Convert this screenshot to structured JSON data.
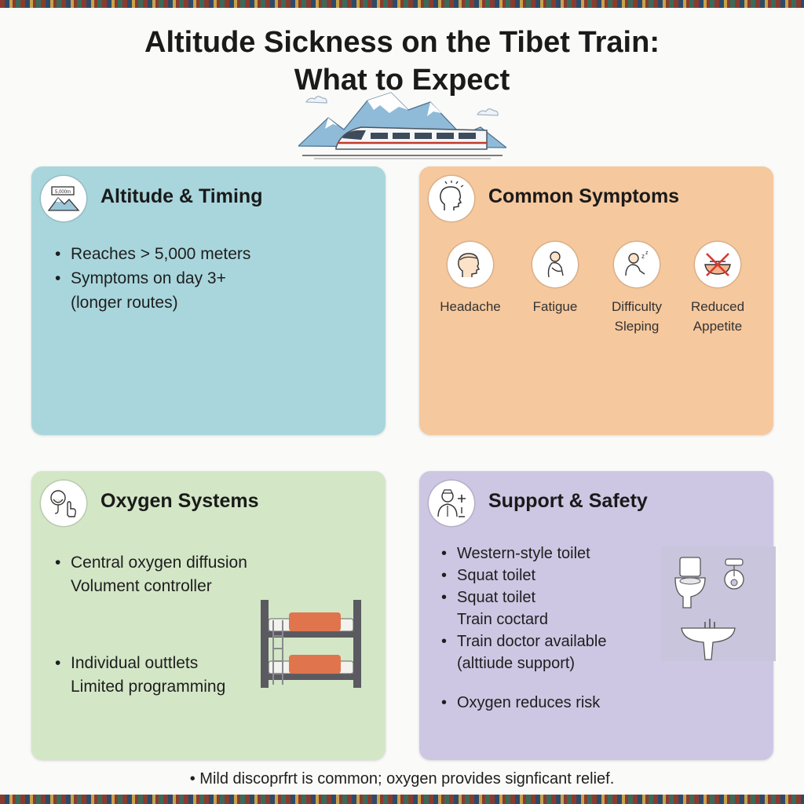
{
  "title": {
    "line1": "Altitude Sickness on the Tibet Train:",
    "line2": "What to Expect"
  },
  "cards": {
    "altitude": {
      "title": "Altitude & Timing",
      "icon": "mountain-altitude-icon",
      "sign_text": "5,000m",
      "bullets": [
        "Reaches > 5,000 meters",
        "Symptoms on day 3+"
      ],
      "bullet_sub": "(longer routes)"
    },
    "symptoms": {
      "title": "Common Symptoms",
      "icon": "head-symptom-icon",
      "items": [
        {
          "line1": "Headache",
          "line2": ""
        },
        {
          "line1": "Fatigue",
          "line2": ""
        },
        {
          "line1": "Difficulty",
          "line2": "Sleping"
        },
        {
          "line1": "Reduced",
          "line2": "Appetite"
        }
      ]
    },
    "oxygen": {
      "title": "Oxygen Systems",
      "icon": "oxygen-mask-icon",
      "bullets": [
        {
          "line1": "Central oxygen diffusion",
          "line2": "Volument controller"
        },
        {
          "line1": "Individual outtlets",
          "line2": "Limited programming"
        }
      ]
    },
    "support": {
      "title": "Support & Safety",
      "icon": "doctor-icon",
      "bullets": [
        {
          "line1": "Western-style toilet",
          "line2": ""
        },
        {
          "line1": "Squat toilet",
          "line2": ""
        },
        {
          "line1": "Squat toilet",
          "line2": "Train coctard"
        },
        {
          "line1": "Train doctor available",
          "line2": "(alttiude support)"
        },
        {
          "line1": "Oxygen reduces risk",
          "line2": ""
        }
      ]
    }
  },
  "footer": "Mild discoprfrt is common; oxygen provides signficant relief."
}
